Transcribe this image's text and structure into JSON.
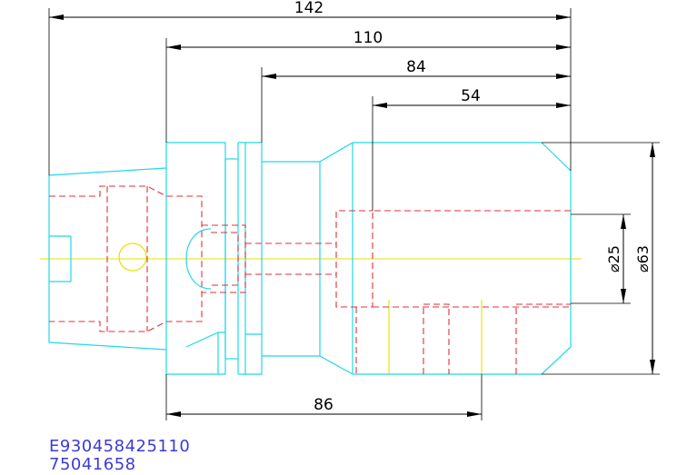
{
  "dimensions": {
    "overall_length": "142",
    "length_110": "110",
    "length_84": "84",
    "length_54": "54",
    "length_86": "86",
    "diameter_25": "⌀25",
    "diameter_63": "⌀63"
  },
  "codes": {
    "part_number": "E930458425110",
    "order_number": "75041658"
  },
  "colors": {
    "outline": "#21d8e8",
    "hidden": "#e0303a",
    "centerline": "#e8e000",
    "dimension": "#000000",
    "code_text": "#3b3bd8"
  }
}
